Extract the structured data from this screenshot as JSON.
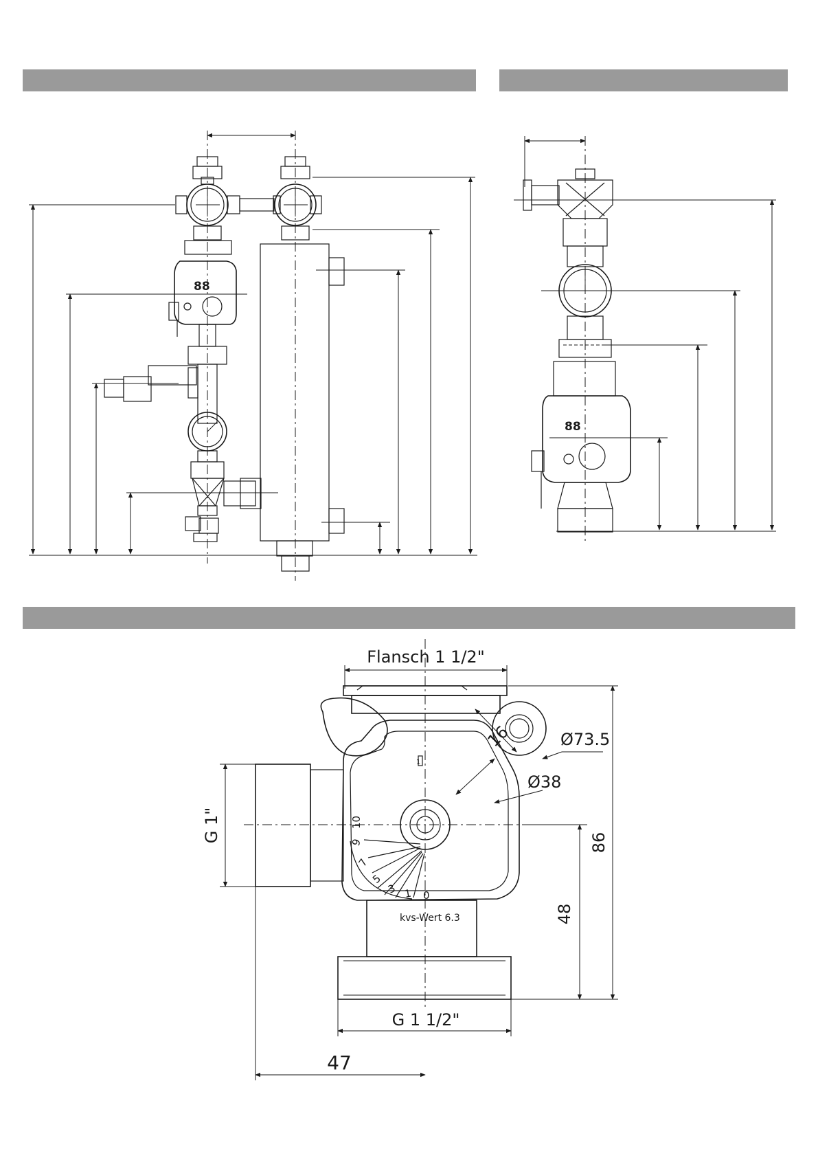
{
  "header_bars": [
    "",
    "",
    ""
  ],
  "detail_drawing": {
    "flange_label": "Flansch 1 1/2\"",
    "diameter_outer_label": "Ø73.5",
    "diameter_inner_label": "Ø38",
    "port_size_label": "16",
    "side_thread_label": "G 1\"",
    "height_label": "86",
    "lower_height_label": "48",
    "bottom_thread_label": "G 1 1/2\"",
    "offset_label": "47",
    "kvs_label": "kvs-Wert 6.3",
    "scale_labels": [
      "10",
      "9",
      "7",
      "5",
      "3",
      "1",
      "0"
    ],
    "marker_label": "1"
  },
  "pump_display": {
    "left": "88",
    "right": "88"
  }
}
